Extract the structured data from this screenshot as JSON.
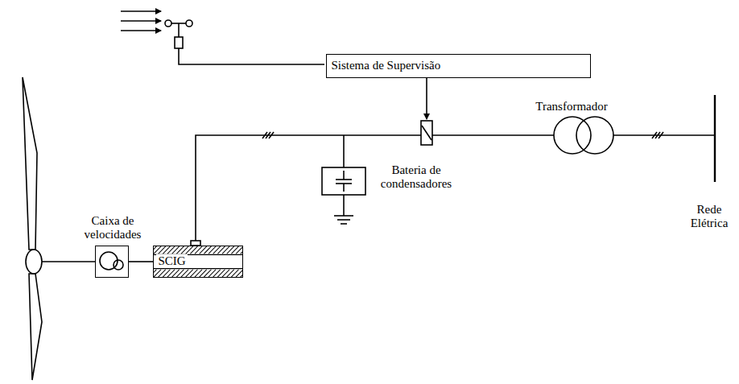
{
  "diagram": {
    "nodes": [
      {
        "text": [
          "Sistema de Supervisão"
        ]
      },
      {
        "text": [
          "Caixa de velocidades"
        ]
      },
      {
        "text": [
          "SCIG"
        ]
      }
    ],
    "edges": [
      {
        "from": 1,
        "to": 2,
        "arrow": "none"
      }
    ],
    "labels": [
      "Bateria de condensadores",
      "Transformador",
      "Rede Elétrica"
    ]
  }
}
